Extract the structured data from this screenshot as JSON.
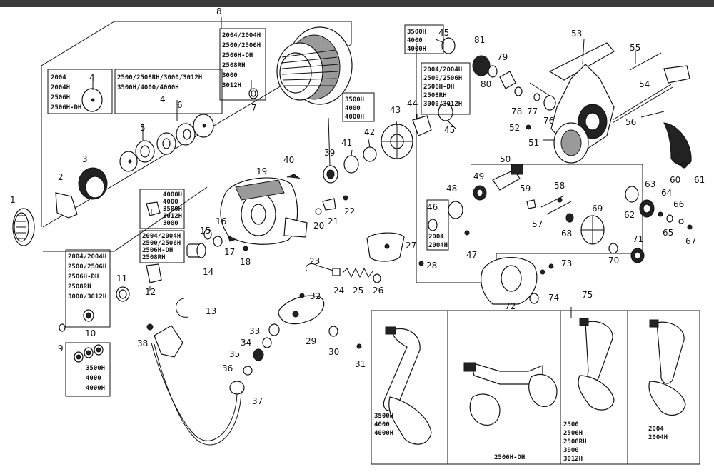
{
  "part_numbers": [
    "1",
    "2",
    "3",
    "4",
    "4",
    "5",
    "6",
    "7",
    "8",
    "9",
    "10",
    "11",
    "12",
    "13",
    "14",
    "15",
    "16",
    "17",
    "18",
    "19",
    "20",
    "21",
    "22",
    "23",
    "24",
    "25",
    "26",
    "27",
    "28",
    "29",
    "30",
    "31",
    "32",
    "33",
    "34",
    "35",
    "36",
    "37",
    "38",
    "39",
    "40",
    "41",
    "42",
    "43",
    "44",
    "45",
    "45",
    "46",
    "47",
    "48",
    "49",
    "50",
    "51",
    "52",
    "53",
    "54",
    "55",
    "56",
    "57",
    "58",
    "59",
    "60",
    "61",
    "62",
    "63",
    "64",
    "65",
    "66",
    "67",
    "68",
    "69",
    "70",
    "71",
    "72",
    "73",
    "74",
    "75",
    "76",
    "77",
    "78",
    "79",
    "80",
    "81"
  ],
  "boxes": {
    "spool_small": [
      "2004",
      "2004H",
      "2506H",
      "2506H-DH"
    ],
    "spool_large": [
      "2500/2508RH/3000/3012H",
      "3500H/4000/4000H"
    ],
    "washer7": [
      "2004/2004H",
      "2500/2506H",
      "2506H-DH",
      "2508RH",
      "3000",
      "3012H"
    ],
    "bearing10": [
      "2004/2004H",
      "2500/2506H",
      "2506H-DH",
      "2508RH",
      "3000/3012H"
    ],
    "bearing10_alt": [
      "3500H",
      "4000",
      "4000H"
    ],
    "rotor12_top": [
      "4000H",
      "4000",
      "3500H",
      "3012H",
      "3000"
    ],
    "rotor12": [
      "2004/2004H",
      "2500/2506H",
      "2506H-DH",
      "2508RH"
    ],
    "part42": [
      "3500H",
      "4000",
      "4000H"
    ],
    "part45_top": [
      "3500H",
      "4000",
      "4000H"
    ],
    "part45": [
      "2004/2004H",
      "2500/2506H",
      "2506H-DH",
      "2508RH",
      "3000/3012H"
    ],
    "part46": [
      "2004",
      "2004H"
    ],
    "handle_a": [
      "3500H",
      "4000",
      "4000H"
    ],
    "handle_b": [
      "2506H-DH"
    ],
    "handle_c": [
      "2500",
      "2506H",
      "2508RH",
      "3000",
      "3012H"
    ],
    "handle_d": [
      "2004",
      "2004H"
    ]
  }
}
